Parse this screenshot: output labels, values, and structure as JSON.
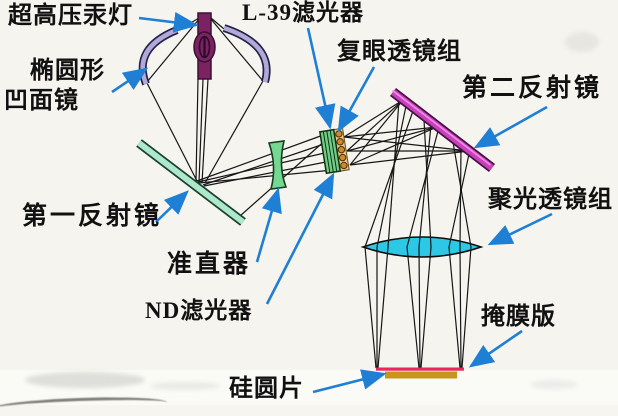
{
  "figure": {
    "type": "optical-system-diagram",
    "description_visible_text_only": true
  },
  "labels": {
    "mercury_lamp": "超高压汞灯",
    "elliptical_mirror_line1": "椭圆形",
    "elliptical_mirror_line2": "凹面镜",
    "l39_filter": "L-39滤光器",
    "fly_eye_lens_group": "复眼透镜组",
    "second_reflector": "第二反射镜",
    "first_reflector": "第一反射镜",
    "collimator": "准直器",
    "nd_filter": "ND滤光器",
    "condenser_lens_group": "聚光透镜组",
    "mask_plate": "掩膜版",
    "silicon_wafer": "硅圆片"
  },
  "components": [
    {
      "name": "mercury-lamp",
      "color": "#7a2262"
    },
    {
      "name": "elliptical-concave-mirror",
      "color": "#b3a9d6"
    },
    {
      "name": "first-reflector",
      "color": "#aee8cb"
    },
    {
      "name": "collimator-lens",
      "color": "#74d892"
    },
    {
      "name": "fly-eye-lens-array",
      "color": "#6fce84"
    },
    {
      "name": "fly-eye-dot-array",
      "color": "#cf8a2e"
    },
    {
      "name": "second-reflector",
      "color": "#c940bd"
    },
    {
      "name": "condenser-lens",
      "color": "#2cc8e6"
    },
    {
      "name": "mask-plate",
      "color": "#e82858"
    },
    {
      "name": "silicon-wafer",
      "color": "#c8951c"
    }
  ],
  "colors": {
    "background": "#f5f4ee",
    "ray": "#161616",
    "pointer_arrow": "#1f7fd4",
    "label_text": "#111111"
  }
}
